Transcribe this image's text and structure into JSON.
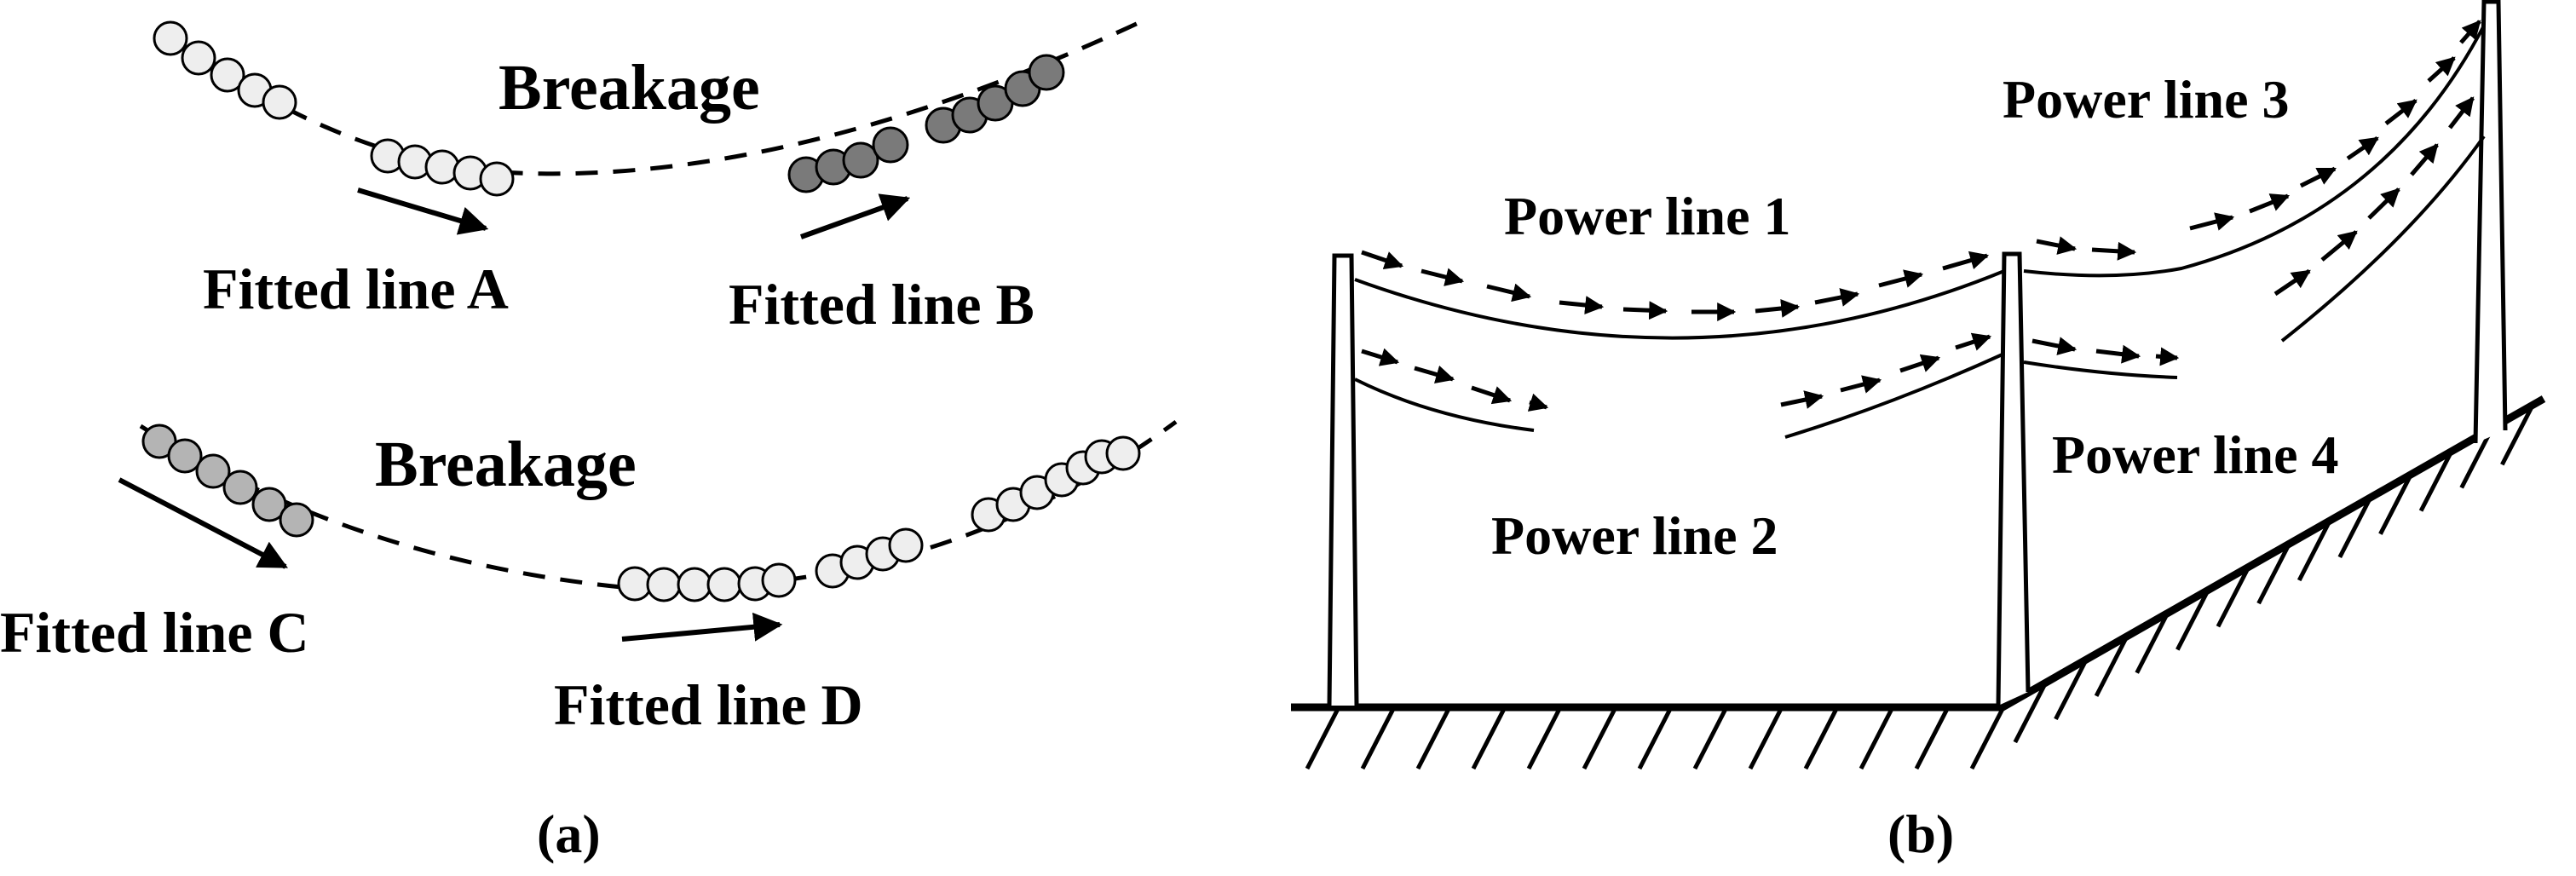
{
  "panel_a": {
    "caption": "(a)",
    "top": {
      "breakage_label": "Breakage",
      "fitted_line_a": "Fitted line A",
      "fitted_line_b": "Fitted line B"
    },
    "bottom": {
      "breakage_label": "Breakage",
      "fitted_line_c": "Fitted line C",
      "fitted_line_d": "Fitted line D"
    }
  },
  "panel_b": {
    "caption": "(b)",
    "power_line_1": "Power line 1",
    "power_line_2": "Power line 2",
    "power_line_3": "Power line 3",
    "power_line_4": "Power line 4"
  },
  "colors": {
    "light_point": "#eeeeee",
    "dark_point": "#7a7a7a",
    "mid_point": "#b4b4b4",
    "stroke": "#000000"
  }
}
